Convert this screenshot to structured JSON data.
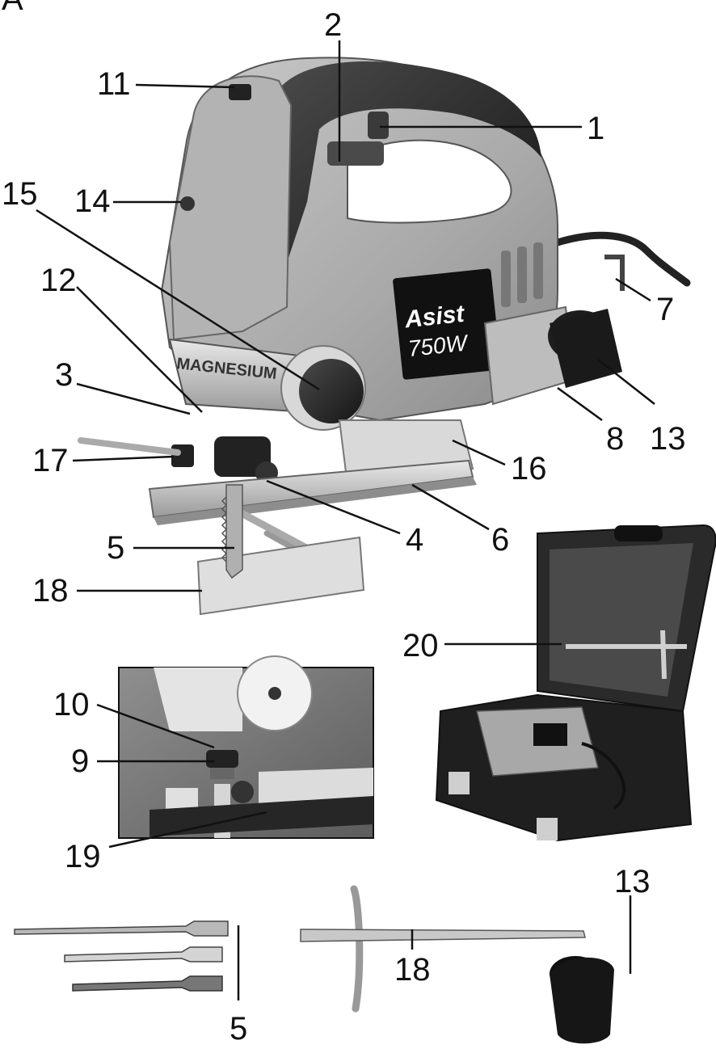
{
  "figure_letter": "A",
  "callouts": [
    "1",
    "2",
    "3",
    "4",
    "5",
    "6",
    "7",
    "8",
    "9",
    "10",
    "11",
    "12",
    "13",
    "14",
    "15",
    "16",
    "17",
    "18",
    "19",
    "20"
  ],
  "label_texts": {
    "n1": "1",
    "n2": "2",
    "n3": "3",
    "n4": "4",
    "n5": "5",
    "n6": "6",
    "n7": "7",
    "n8": "8",
    "n9": "9",
    "n10": "10",
    "n11": "11",
    "n12": "12",
    "n13": "13",
    "n14": "14",
    "n15": "15",
    "n16": "16",
    "n17": "17",
    "n18": "18",
    "n19": "19",
    "n20": "20",
    "n5b": "5",
    "n18b": "18",
    "n13b": "13"
  },
  "product": {
    "brand": "Asist",
    "power": "750W",
    "side_mark": "MAGNESIUM"
  }
}
